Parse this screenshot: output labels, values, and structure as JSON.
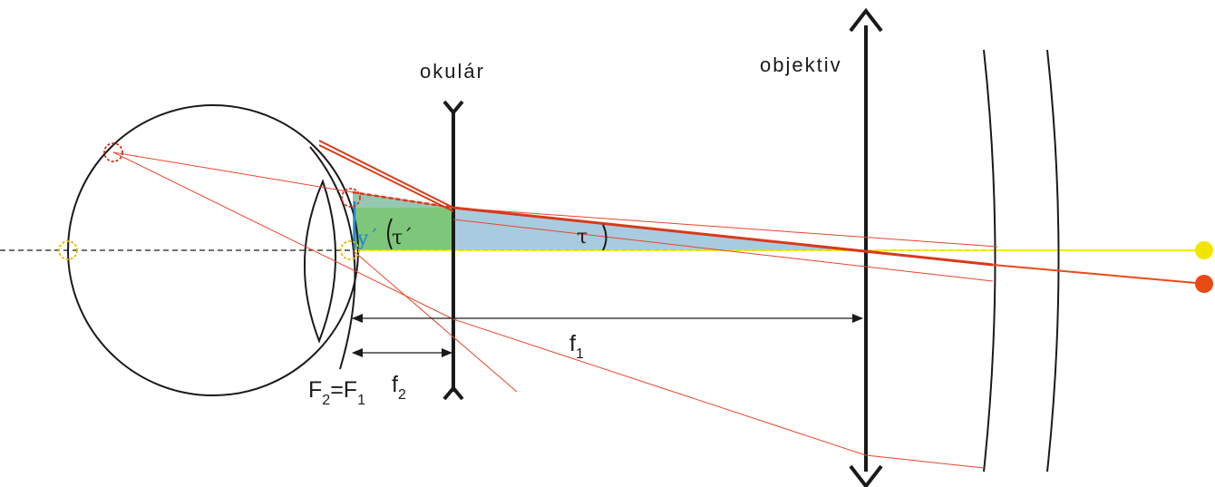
{
  "labels": {
    "eyepiece": "okulár",
    "objective": "objektiv",
    "f1_letter": "f",
    "f1_sub": "1",
    "f2_letter": "f",
    "f2_sub": "2",
    "F2_letter": "F",
    "F2_sub": "2",
    "equals": "=",
    "F1_letter": "F",
    "F1_sub": "1",
    "tau": "τ",
    "tau_prime": "τ´",
    "image_y_prime": "y´"
  },
  "colors": {
    "ray_red": "#e8462a",
    "ray_thick": "#d83a1a",
    "axis_yellow": "#f2e600",
    "fill_blue": "#a9cbe0",
    "fill_green": "#7dc67a",
    "lens_black": "#1a1a1a",
    "image_blue": "#1f86d9",
    "marker_dashed_red": "#d8301a",
    "marker_dashed_yellow": "#e6b800",
    "end_dot_yellow": "#f2e600",
    "end_dot_red": "#e84a16"
  }
}
